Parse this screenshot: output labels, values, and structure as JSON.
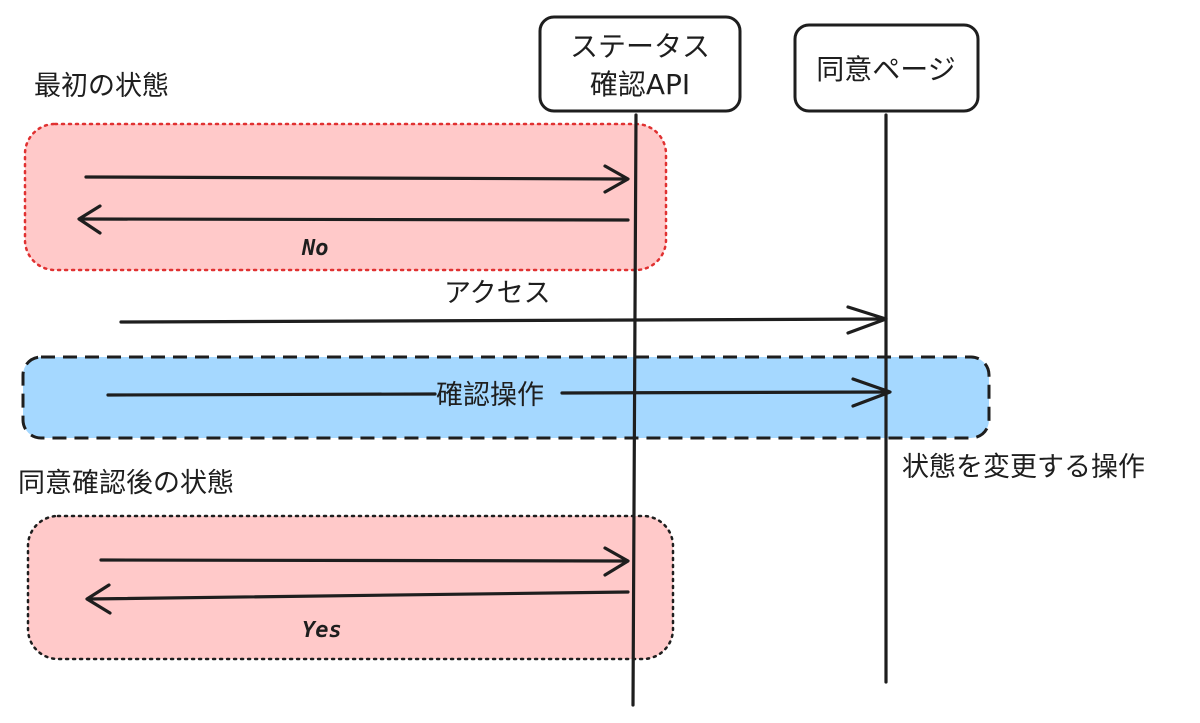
{
  "actors": {
    "status_api": {
      "line1": "ステータス",
      "line2": "確認API"
    },
    "consent_page": {
      "label": "同意ページ"
    }
  },
  "sections": {
    "initial": {
      "label": "最初の状態",
      "response": "No",
      "fill": "#ffc9c9",
      "border": "#e03131"
    },
    "after": {
      "label": "同意確認後の状態",
      "response": "Yes",
      "fill": "#ffc9c9",
      "border": "#1e1e1e"
    }
  },
  "messages": {
    "access": "アクセス",
    "confirm": "確認操作"
  },
  "confirm_band": {
    "fill": "#a5d8ff",
    "border": "#1e1e1e"
  },
  "notes": {
    "state_change": "状態を変更する操作"
  }
}
